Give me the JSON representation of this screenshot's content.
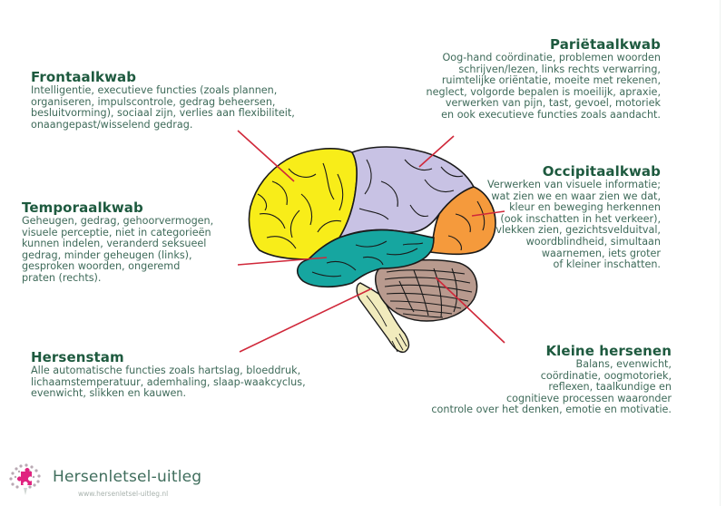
{
  "diagram": {
    "subject": "brain-lobes",
    "lobes": [
      {
        "key": "frontal",
        "title": "Frontaalkwab",
        "description": "Intelligentie, executieve functies (zoals plannen,\norganiseren, impulscontrole, gedrag beheersen,\nbesluitvorming), sociaal zijn, verlies aan flexibiliteit,\nonaangepast/wisselend gedrag.",
        "color": "#f8ed19"
      },
      {
        "key": "parietal",
        "title": "Pariëtaalkwab",
        "description": "Oog-hand coördinatie, problemen woorden\nschrijven/lezen, links rechts verwarring,\nruimtelijke oriëntatie, moeite met rekenen,\nneglect, volgorde bepalen is moeilijk, apraxie,\nverwerken van pijn, tast, gevoel, motoriek\nen ook executieve functies zoals aandacht.",
        "color": "#c8c2e4"
      },
      {
        "key": "occipital",
        "title": "Occipitaalkwab",
        "description": "Verwerken van visuele informatie;\nwat zien we en waar zien we dat,\nkleur en beweging herkennen\n(ook inschatten in het verkeer),\nvlekken zien, gezichtsvelduitval,\nwoordblindheid, simultaan\nwaarnemen, iets groter\nof kleiner inschatten.",
        "color": "#f59a3c"
      },
      {
        "key": "temporal",
        "title": "Temporaalkwab",
        "description": "Geheugen, gedrag, gehoorvermogen,\nvisuele perceptie, niet in categorieën\nkunnen indelen, veranderd seksueel\ngedrag, minder geheugen (links),\ngesproken woorden, ongeremd\npraten (rechts).",
        "color": "#16a6a0"
      },
      {
        "key": "brainstem",
        "title": "Hersenstam",
        "description": "Alle automatische functies zoals hartslag, bloeddruk,\nlichaamstemperatuur, ademhaling, slaap-waakcyclus,\nevenwicht, slikken en kauwen.",
        "color": "#f1ebbd"
      },
      {
        "key": "cerebellum",
        "title": "Kleine hersenen",
        "description": "Balans, evenwicht,\ncoördinatie, oogmotoriek,\nreflexen, taalkundige en\ncognitieve processen waaronder\ncontrole over het denken, emotie en motivatie.",
        "color": "#b89a8e"
      }
    ],
    "leader_line_color": "#d0283a",
    "outline_color": "#1a1a1a",
    "heading_color": "#1e5a3f",
    "text_color": "#3e6a59"
  },
  "branding": {
    "name": "Hersenletsel-uitleg",
    "url": "www.hersenletsel-uitleg.nl",
    "logo_icon": "brain-puzzle-icon",
    "accent": "#e0237f"
  }
}
